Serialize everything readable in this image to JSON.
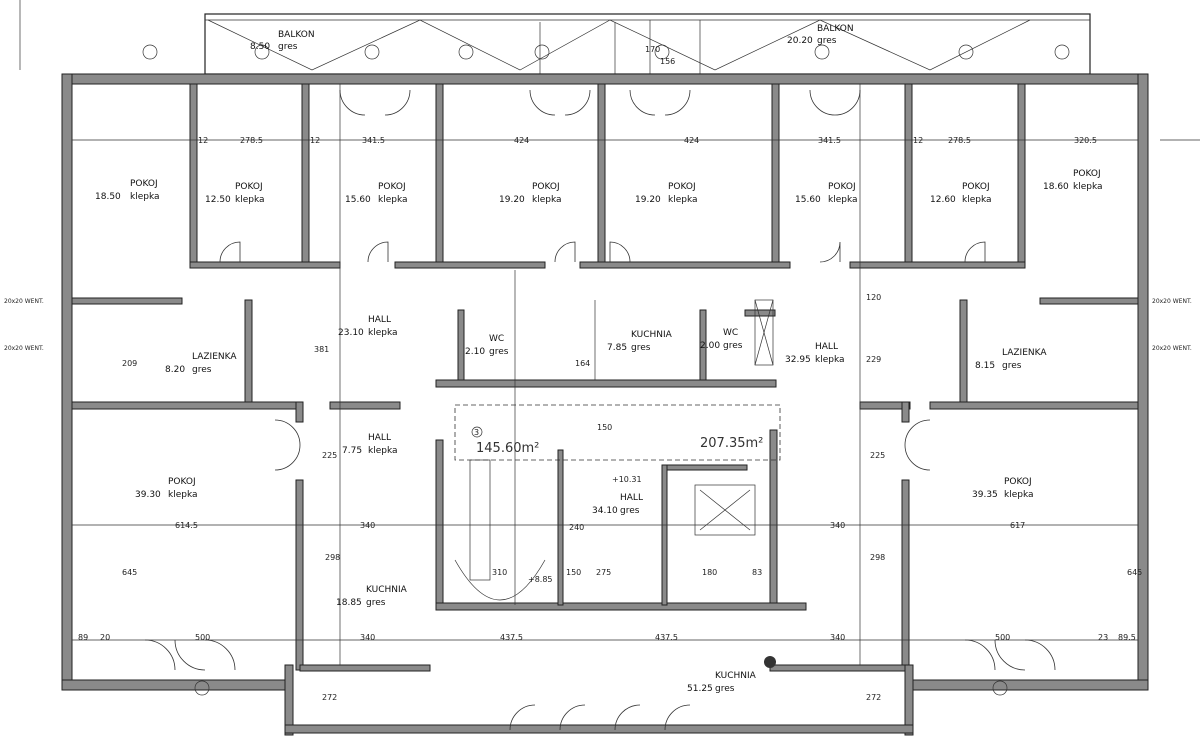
{
  "rooms": [
    {
      "name": "POKOJ",
      "area": "18.50",
      "floor": "klepka"
    },
    {
      "name": "POKOJ",
      "area": "12.50",
      "floor": "klepka"
    },
    {
      "name": "POKOJ",
      "area": "15.60",
      "floor": "klepka"
    },
    {
      "name": "POKOJ",
      "area": "19.20",
      "floor": "klepka"
    },
    {
      "name": "POKOJ",
      "area": "19.20",
      "floor": "klepka"
    },
    {
      "name": "POKOJ",
      "area": "15.60",
      "floor": "klepka"
    },
    {
      "name": "POKOJ",
      "area": "12.60",
      "floor": "klepka"
    },
    {
      "name": "POKOJ",
      "area": "18.60",
      "floor": "klepka"
    },
    {
      "name": "HALL",
      "area": "23.10",
      "floor": "klepka"
    },
    {
      "name": "WC",
      "area": "2.10",
      "floor": "gres"
    },
    {
      "name": "KUCHNIA",
      "area": "7.85",
      "floor": "gres"
    },
    {
      "name": "WC",
      "area": "2.00",
      "floor": "gres"
    },
    {
      "name": "HALL",
      "area": "32.95",
      "floor": "klepka"
    },
    {
      "name": "LAZIENKA",
      "area": "8.20",
      "floor": "gres"
    },
    {
      "name": "LAZIENKA",
      "area": "8.15",
      "floor": "gres"
    },
    {
      "name": "HALL",
      "area": "7.75",
      "floor": "klepka"
    },
    {
      "name": "POKOJ",
      "area": "39.30",
      "floor": "klepka"
    },
    {
      "name": "HALL",
      "area": "34.10",
      "floor": "gres"
    },
    {
      "name": "POKOJ",
      "area": "39.35",
      "floor": "klepka"
    },
    {
      "name": "KUCHNIA",
      "area": "18.85",
      "floor": "gres"
    },
    {
      "name": "KUCHNIA",
      "area": "51.25",
      "floor": "gres"
    },
    {
      "name": "BALKON",
      "area": "8.50",
      "floor": "gres"
    },
    {
      "name": "BALKON",
      "area": "20.20",
      "floor": "gres"
    }
  ],
  "unit_areas": [
    "145.60m²",
    "207.35m²"
  ],
  "unit_numbers": [
    "3"
  ],
  "elevations": [
    "+8.85",
    "+10.31"
  ],
  "dims_top": [
    "278.5",
    "341.5",
    "424",
    "424",
    "341.5",
    "278.5",
    "320.5",
    "12",
    "12",
    "12"
  ],
  "dims_mid": [
    "614.5",
    "340",
    "340",
    "617",
    "225",
    "225",
    "381",
    "209",
    "229",
    "150",
    "240",
    "298",
    "298",
    "645",
    "645",
    "164",
    "170",
    "156",
    "120"
  ],
  "dims_bottom": [
    "89",
    "20",
    "500",
    "340",
    "437.5",
    "437.5",
    "340",
    "500",
    "23",
    "89.5",
    "272",
    "272",
    "310",
    "275",
    "150",
    "180",
    "83"
  ],
  "vent_labels": [
    "20x20 WENT.",
    "20x20 WENT.",
    "20x20 WENT.",
    "20x20 WENT."
  ]
}
